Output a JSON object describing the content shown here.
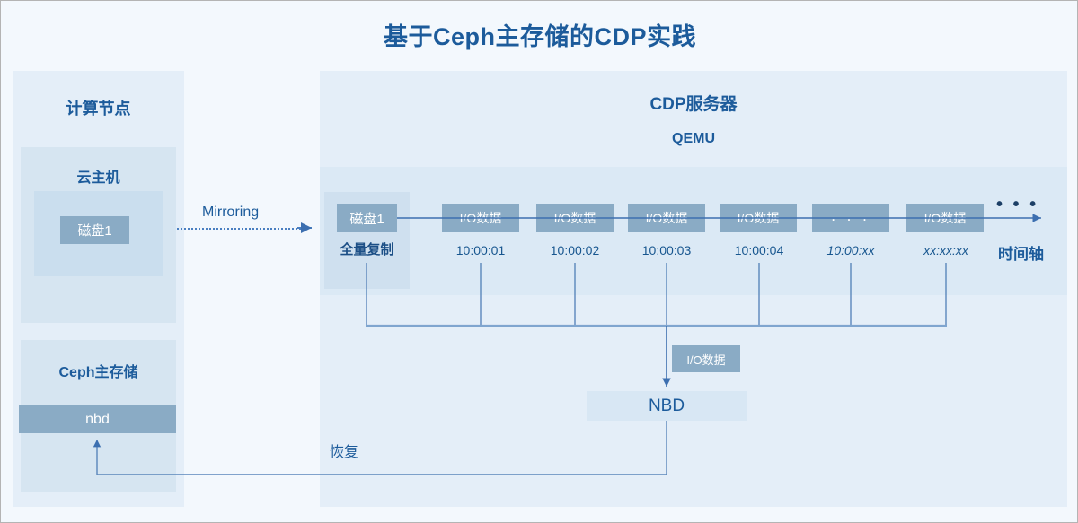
{
  "title": "基于Ceph主存储的CDP实践",
  "colors": {
    "page_bg": "#f3f8fd",
    "panel_bg": "#e4eef8",
    "inner_bg": "#d6e5f1",
    "block_fill": "#8aabc5",
    "accent_text": "#1c5b9b",
    "line": "#5a86bb"
  },
  "left_panel": {
    "title": "计算节点",
    "vm": {
      "title": "云主机",
      "disk_label": "磁盘1"
    },
    "storage": {
      "title": "Ceph主存储",
      "nbd_label": "nbd"
    }
  },
  "mirroring": {
    "label": "Mirroring"
  },
  "right_panel": {
    "title": "CDP服务器",
    "subtitle": "QEMU",
    "full_copy": {
      "disk_label": "磁盘1",
      "caption": "全量复制"
    },
    "timeline": {
      "axis_label": "时间轴",
      "trailing_ellipsis": "• • •",
      "events": [
        {
          "box_label": "I/O数据",
          "timestamp": "10:00:01",
          "italic": false
        },
        {
          "box_label": "I/O数据",
          "timestamp": "10:00:02",
          "italic": false
        },
        {
          "box_label": "I/O数据",
          "timestamp": "10:00:03",
          "italic": false
        },
        {
          "box_label": "I/O数据",
          "timestamp": "10:00:04",
          "italic": false
        },
        {
          "box_label": ". . .",
          "timestamp": "10:00:xx",
          "italic": true
        },
        {
          "box_label": "I/O数据",
          "timestamp": "xx:xx:xx",
          "italic": true
        }
      ]
    },
    "io_to_nbd_label": "I/O数据",
    "nbd_label": "NBD",
    "restore_label": "恢复"
  }
}
